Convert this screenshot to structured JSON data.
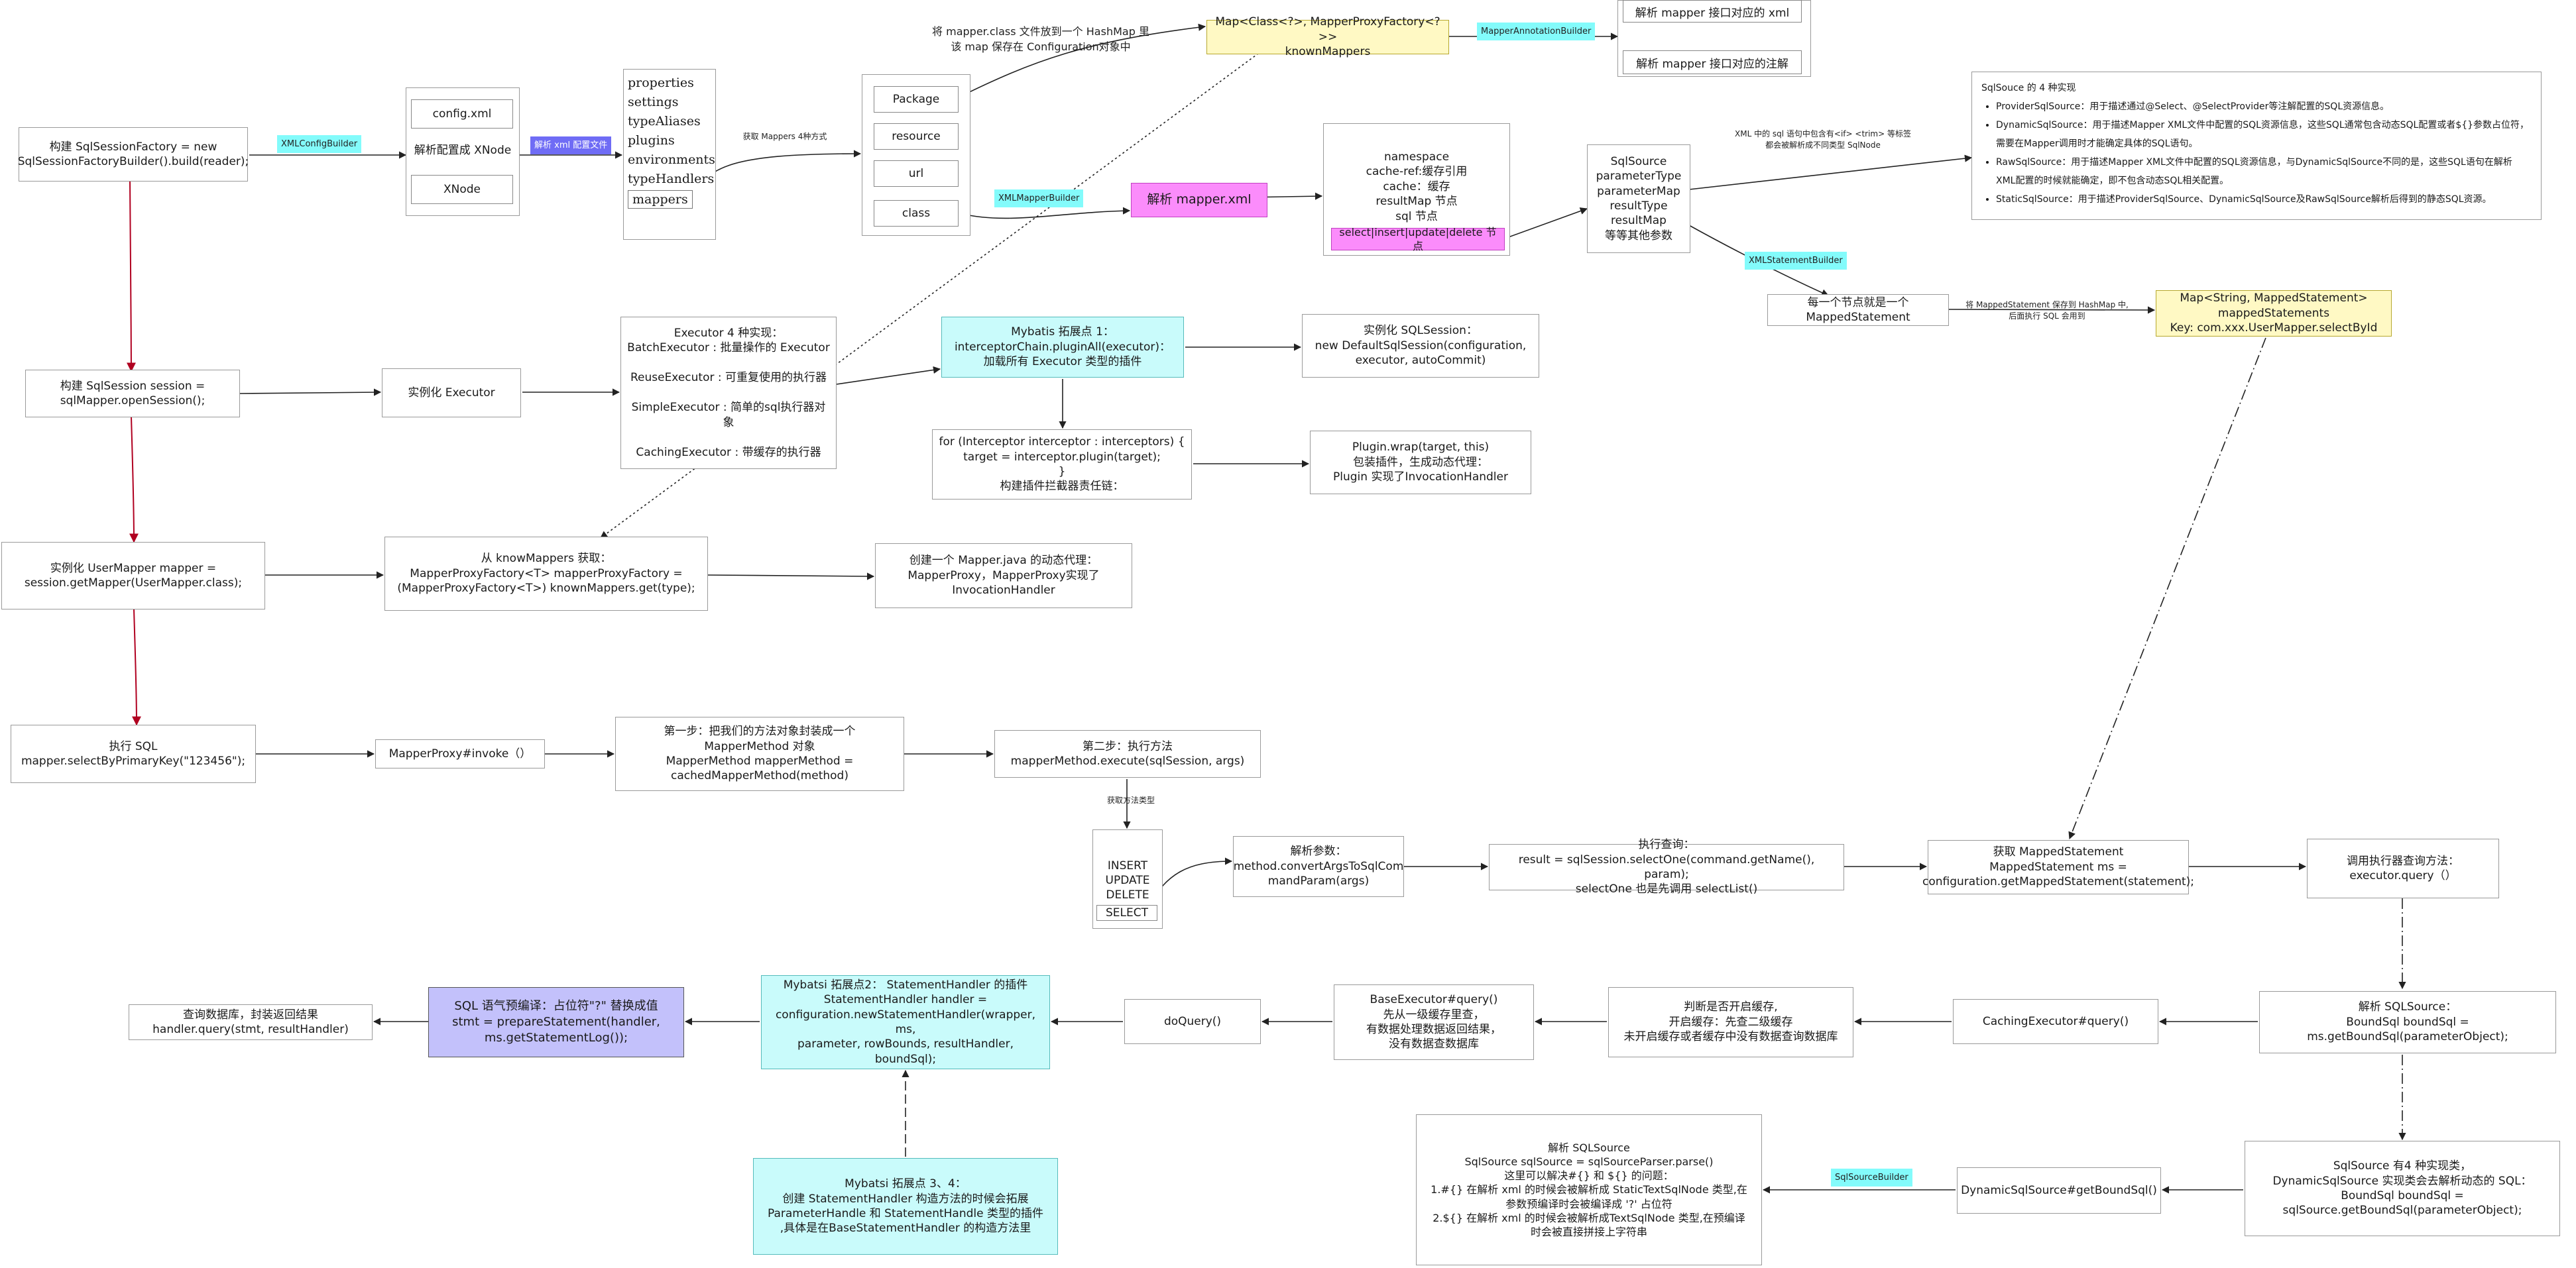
{
  "tags": {
    "xml_config_builder": "XMLConfigBuilder",
    "parse_xml_config": "解析 xml 配置文件",
    "mapper_annotation_builder": "MapperAnnotationBuilder",
    "xml_mapper_builder": "XMLMapperBuilder",
    "xml_statement_builder": "XMLStatementBuilder",
    "sql_source_builder": "SqlSourceBuilder"
  },
  "notes": {
    "mapper_class_hashmap": "将 mapper.class 文件放到一个 HashMap 里\n该 map 保存在 Configuration对象中",
    "get_mappers_ways": "获取 Mappers 4种方式",
    "xml_sql_trim": "XML 中的 sql 语句中包含有<if> <trim> 等标签\n都会被解析成不同类型 SqlNode",
    "mapped_statement_hashmap": "将 MappedStatement 保存到 HashMap 中,\n后面执行 SQL 会用到",
    "get_method_type": "获取方法类型"
  },
  "nodes": {
    "build_sqlsessionfactory": "构建   SqlSessionFactory =  new\nSqlSessionFactoryBuilder().build(reader);",
    "config_xml": "config.xml",
    "parse_config_xnode": "解析配置成 XNode",
    "xnode": "XNode",
    "config_items": [
      "properties",
      "settings",
      "typeAliases",
      "plugins",
      "environments",
      "typeHandlers"
    ],
    "mappers": "mappers",
    "mapper_sources": [
      "Package",
      "resource",
      "url",
      "class"
    ],
    "known_mappers": "Map<Class<?>, MapperProxyFactory<?>>\nknownMappers",
    "parse_mapper_xml_item": "解析 mapper 接口对应的 xml",
    "parse_mapper_annotation_item": "解析 mapper 接口对应的注解",
    "parse_mapper_xml": "解析 mapper.xml",
    "mapper_xml_nodes": "namespace\ncache-ref:缓存引用\ncache：缓存\nresultMap 节点\nsql 节点",
    "crud_nodes": "select|insert|update|delete 节点",
    "sql_source_params": "SqlSource\nparameterType\nparameterMap\nresultType\nresultMap\n等等其他参数",
    "sqlsource_title": "SqlSouce  的 4 种实现",
    "sqlsource_impls": [
      "ProviderSqlSource：用于描述通过@Select、@SelectProvider等注解配置的SQL资源信息。",
      "DynamicSqlSource：用于描述Mapper XML文件中配置的SQL资源信息，这些SQL通常包含动态SQL配置或者${}参数占位符，需要在Mapper调用时才能确定具体的SQL语句。",
      "RawSqlSource：用于描述Mapper XML文件中配置的SQL资源信息，与DynamicSqlSource不同的是，这些SQL语句在解析XML配置的时候就能确定，即不包含动态SQL相关配置。",
      "StaticSqlSource：用于描述ProviderSqlSource、DynamicSqlSource及RawSqlSource解析后得到的静态SQL资源。"
    ],
    "each_node_mapped_statement": "每一个节点就是一个\nMappedStatement",
    "mapped_statements_map": "Map<String, MappedStatement>\nmappedStatements\nKey:  com.xxx.UserMapper.selectById",
    "build_sqlsession": "构建  SqlSession session =\nsqlMapper.openSession();",
    "instantiate_executor": "实例化 Executor",
    "executor_types": "Executor 4 种实现：\nBatchExecutor : 批量操作的 Executor\n\nReuseExecutor : 可重复使用的执行器\n\nSimpleExecutor : 简单的sql执行器对象\n\nCachingExecutor : 带缓存的执行器",
    "plugin_point_1": "Mybatis 拓展点 1：\ninterceptorChain.pluginAll(executor)：\n加载所有 Executor 类型的插件",
    "new_default_sqlsession": "实例化 SQLSession：\nnew DefaultSqlSession(configuration,\nexecutor, autoCommit)",
    "interceptor_loop": "for (Interceptor interceptor : interceptors) {\n      target = interceptor.plugin(target);\n}\n构建插件拦截器责任链：",
    "plugin_wrap": "Plugin.wrap(target, this)\n包装插件，生成动态代理：\nPlugin 实现了InvocationHandler",
    "get_mapper": "实例化 UserMapper mapper =\nsession.getMapper(UserMapper.class);",
    "from_known_mappers": "从 knowMappers 获取：\nMapperProxyFactory<T> mapperProxyFactory =\n(MapperProxyFactory<T>) knownMappers.get(type);",
    "create_dynamic_proxy": "创建一个 Mapper.java 的动态代理：\nMapperProxy，MapperProxy实现了\nInvocationHandler",
    "execute_sql": "执行 SQL\nmapper.selectByPrimaryKey(\"123456\");",
    "mapper_proxy_invoke": "MapperProxy#invoke（）",
    "step_one": "第一步：把我们的方法对象封装成一个\nMapperMethod 对象\nMapperMethod mapperMethod =\ncachedMapperMethod(method)",
    "step_two": "第二步：执行方法\nmapperMethod.execute(sqlSession, args)",
    "method_types": [
      "INSERT",
      "UPDATE",
      "DELETE",
      "SELECT"
    ],
    "parse_params": "解析参数：\nmethod.convertArgsToSqlCom\nmandParam(args)",
    "execute_query": "执行查询：\nresult = sqlSession.selectOne(command.getName(), param);\nselectOne 也是先调用 selectList()",
    "get_mapped_statement": "获取 MappedStatement\nMappedStatement ms =\nconfiguration.getMappedStatement(statement);",
    "executor_query": "调用执行器查询方法：\nexecutor.query（）",
    "parse_sqlsource": "解析 SQLSource：\nBoundSql boundSql =\nms.getBoundSql(parameterObject);",
    "caching_executor_query": "CachingExecutor#query()",
    "check_cache": "判断是否开启缓存,\n开启缓存：先查二级缓存\n未开启缓存或者缓存中没有数据查询数据库",
    "base_executor_query": "BaseExecutor#query()\n先从一级缓存里查，\n有数据处理数据返回结果，\n没有数据查数据库",
    "do_query": "doQuery()",
    "plugin_point_2": "Mybatsi 拓展点2：  StatementHandler 的插件\nStatementHandler handler =\nconfiguration.newStatementHandler(wrapper, ms,\nparameter, rowBounds, resultHandler, boundSql);",
    "sql_precompile": "SQL 语气预编译：占位符\"?\" 替换成值\nstmt = prepareStatement(handler,\nms.getStatementLog());",
    "query_db": "查询数据库，封装返回结果\nhandler.query(stmt, resultHandler)",
    "plugin_point_3_4": "Mybatsi 拓展点 3、4：\n创建 StatementHandler 构造方法的时候会拓展\nParameterHandle 和 StatementHandle 类型的插件\n,具体是在BaseStatementHandler 的构造方法里",
    "sqlsource_four_impls": "SqlSource 有4 种实现类，\nDynamicSqlSource 实现类会去解析动态的 SQL：\nBoundSql boundSql =\nsqlSource.getBoundSql(parameterObject);",
    "dynamic_sqlsource_getboundsql": "DynamicSqlSource#getBoundSql()",
    "parse_sqlsource_detail": "解析 SQLSource\nSqlSource sqlSource = sqlSourceParser.parse()\n这里可以解决#{} 和 ${} 的问题：\n1.#{} 在解析 xml 的时候会被解析成 StaticTextSqlNode 类型,在\n参数预编译时会被编译成 '?' 占位符\n2.${} 在解析 xml 的时候会被解析成TextSqlNode 类型,在预编译\n时会被直接拼接上字符串"
  }
}
